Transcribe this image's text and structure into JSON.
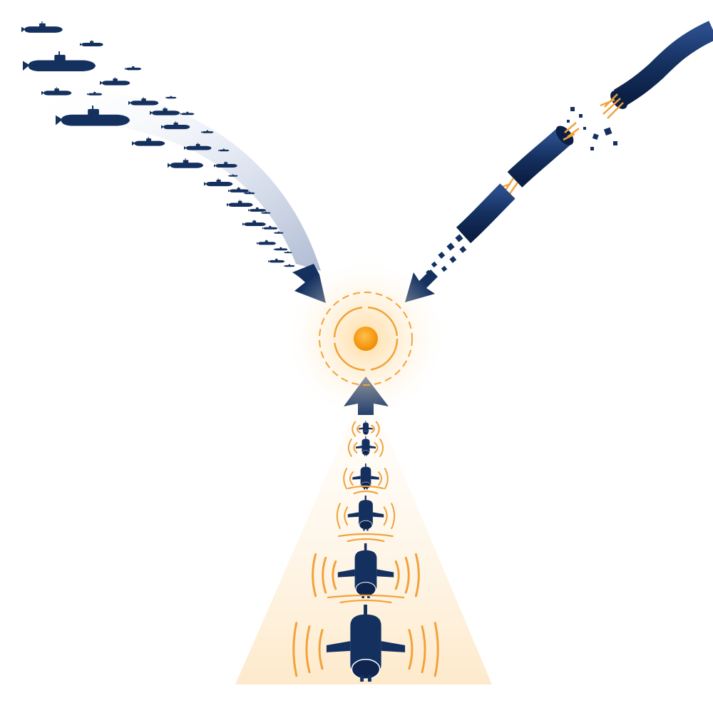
{
  "colors": {
    "navy": "#14305e",
    "navy_dark": "#0f2550",
    "orange": "#f2a23a",
    "orange_core": "#f59a12",
    "glow": "#ffe9c4",
    "background": "#ffffff"
  },
  "streams": [
    {
      "name": "submarine-fleet-stream",
      "icon": "submarine-icon",
      "direction": "from-top-left"
    },
    {
      "name": "severed-cable-stream",
      "icon": "cable-icon",
      "direction": "from-top-right"
    },
    {
      "name": "uuv-drone-stream",
      "icon": "uuv-icon",
      "direction": "from-bottom"
    }
  ],
  "target": {
    "icon": "target-icon"
  }
}
